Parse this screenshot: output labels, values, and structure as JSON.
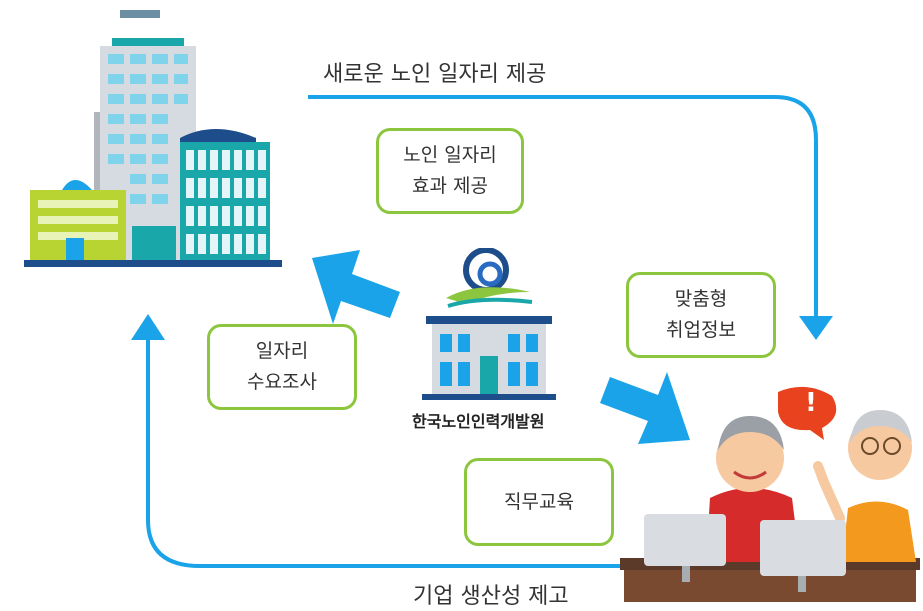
{
  "flow": {
    "top": "새로운 노인 일자리 제공",
    "bottom": "기업 생산성 제고"
  },
  "boxes": {
    "effect": [
      "노인 일자리",
      "효과 제공"
    ],
    "matching": [
      "맞춤형",
      "취업정보"
    ],
    "survey": [
      "일자리",
      "수요조사"
    ],
    "training": "직무교육"
  },
  "center": {
    "name": "한국노인인력개발원"
  },
  "speech_mark": "!",
  "colors": {
    "flow_arrow": "#1aa3e8",
    "box_border": "#8cc63f",
    "building_teal": "#1aa7a9",
    "navy": "#1e4d8c"
  }
}
